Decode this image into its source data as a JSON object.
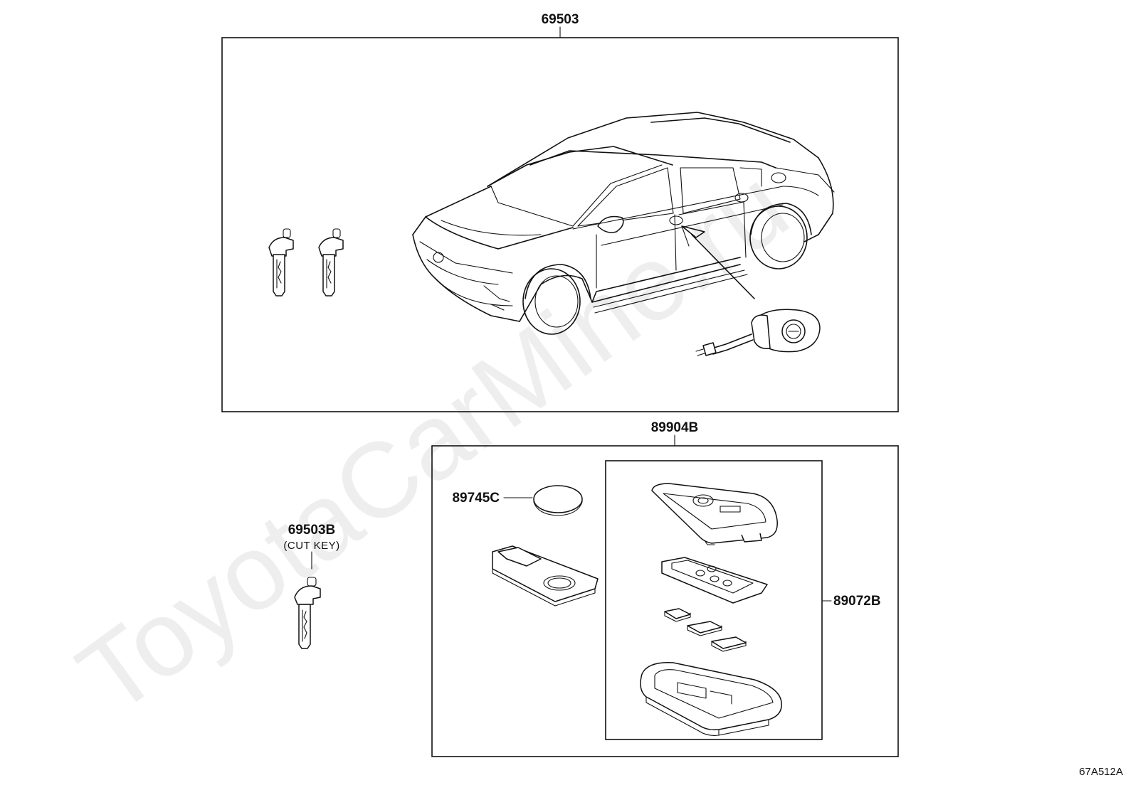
{
  "diagram": {
    "callouts": {
      "kit": "69503",
      "smart_key_assembly": "89904B",
      "battery": "89745C",
      "cut_key": "69503B",
      "cut_key_note": "(CUT KEY)",
      "key_case": "89072B"
    },
    "watermark": "ToyotaCarMine.ru",
    "reference_code": "67A512A"
  }
}
